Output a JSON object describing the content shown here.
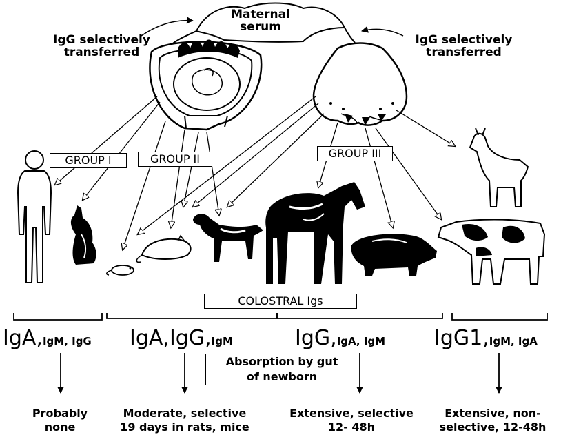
{
  "maternal_serum": [
    "Maternal",
    "serum"
  ],
  "transfer_left": [
    "IgG selectively",
    "transferred"
  ],
  "transfer_right": [
    "IgG selectively",
    "transferred"
  ],
  "groups": {
    "g1": "GROUP I",
    "g2": "GROUP II",
    "g3": "GROUP III"
  },
  "colostral": "COLOSTRAL Igs",
  "absorption": [
    "Absorption by gut",
    "of newborn"
  ],
  "immunoglobulins": [
    {
      "main": "IgA,",
      "minor": "IgM, IgG"
    },
    {
      "main": "IgA,IgG,",
      "minor": "IgM"
    },
    {
      "main": "IgG,",
      "minor": "IgA, IgM"
    },
    {
      "main": "IgG1,",
      "minor": "IgM, IgA"
    }
  ],
  "outcomes": [
    [
      "Probably",
      "none"
    ],
    [
      "Moderate, selective",
      "19 days in rats, mice"
    ],
    [
      "Extensive, selective",
      "12- 48h"
    ],
    [
      "Extensive, non-",
      "selective, 12-48h"
    ]
  ],
  "icons": [
    "placenta-uterus-icon",
    "mammary-gland-icon",
    "human-icon",
    "rabbit-icon",
    "mouse-icon",
    "rat-icon",
    "dog-icon",
    "horse-icon",
    "pig-icon",
    "goat-icon",
    "cow-icon"
  ]
}
